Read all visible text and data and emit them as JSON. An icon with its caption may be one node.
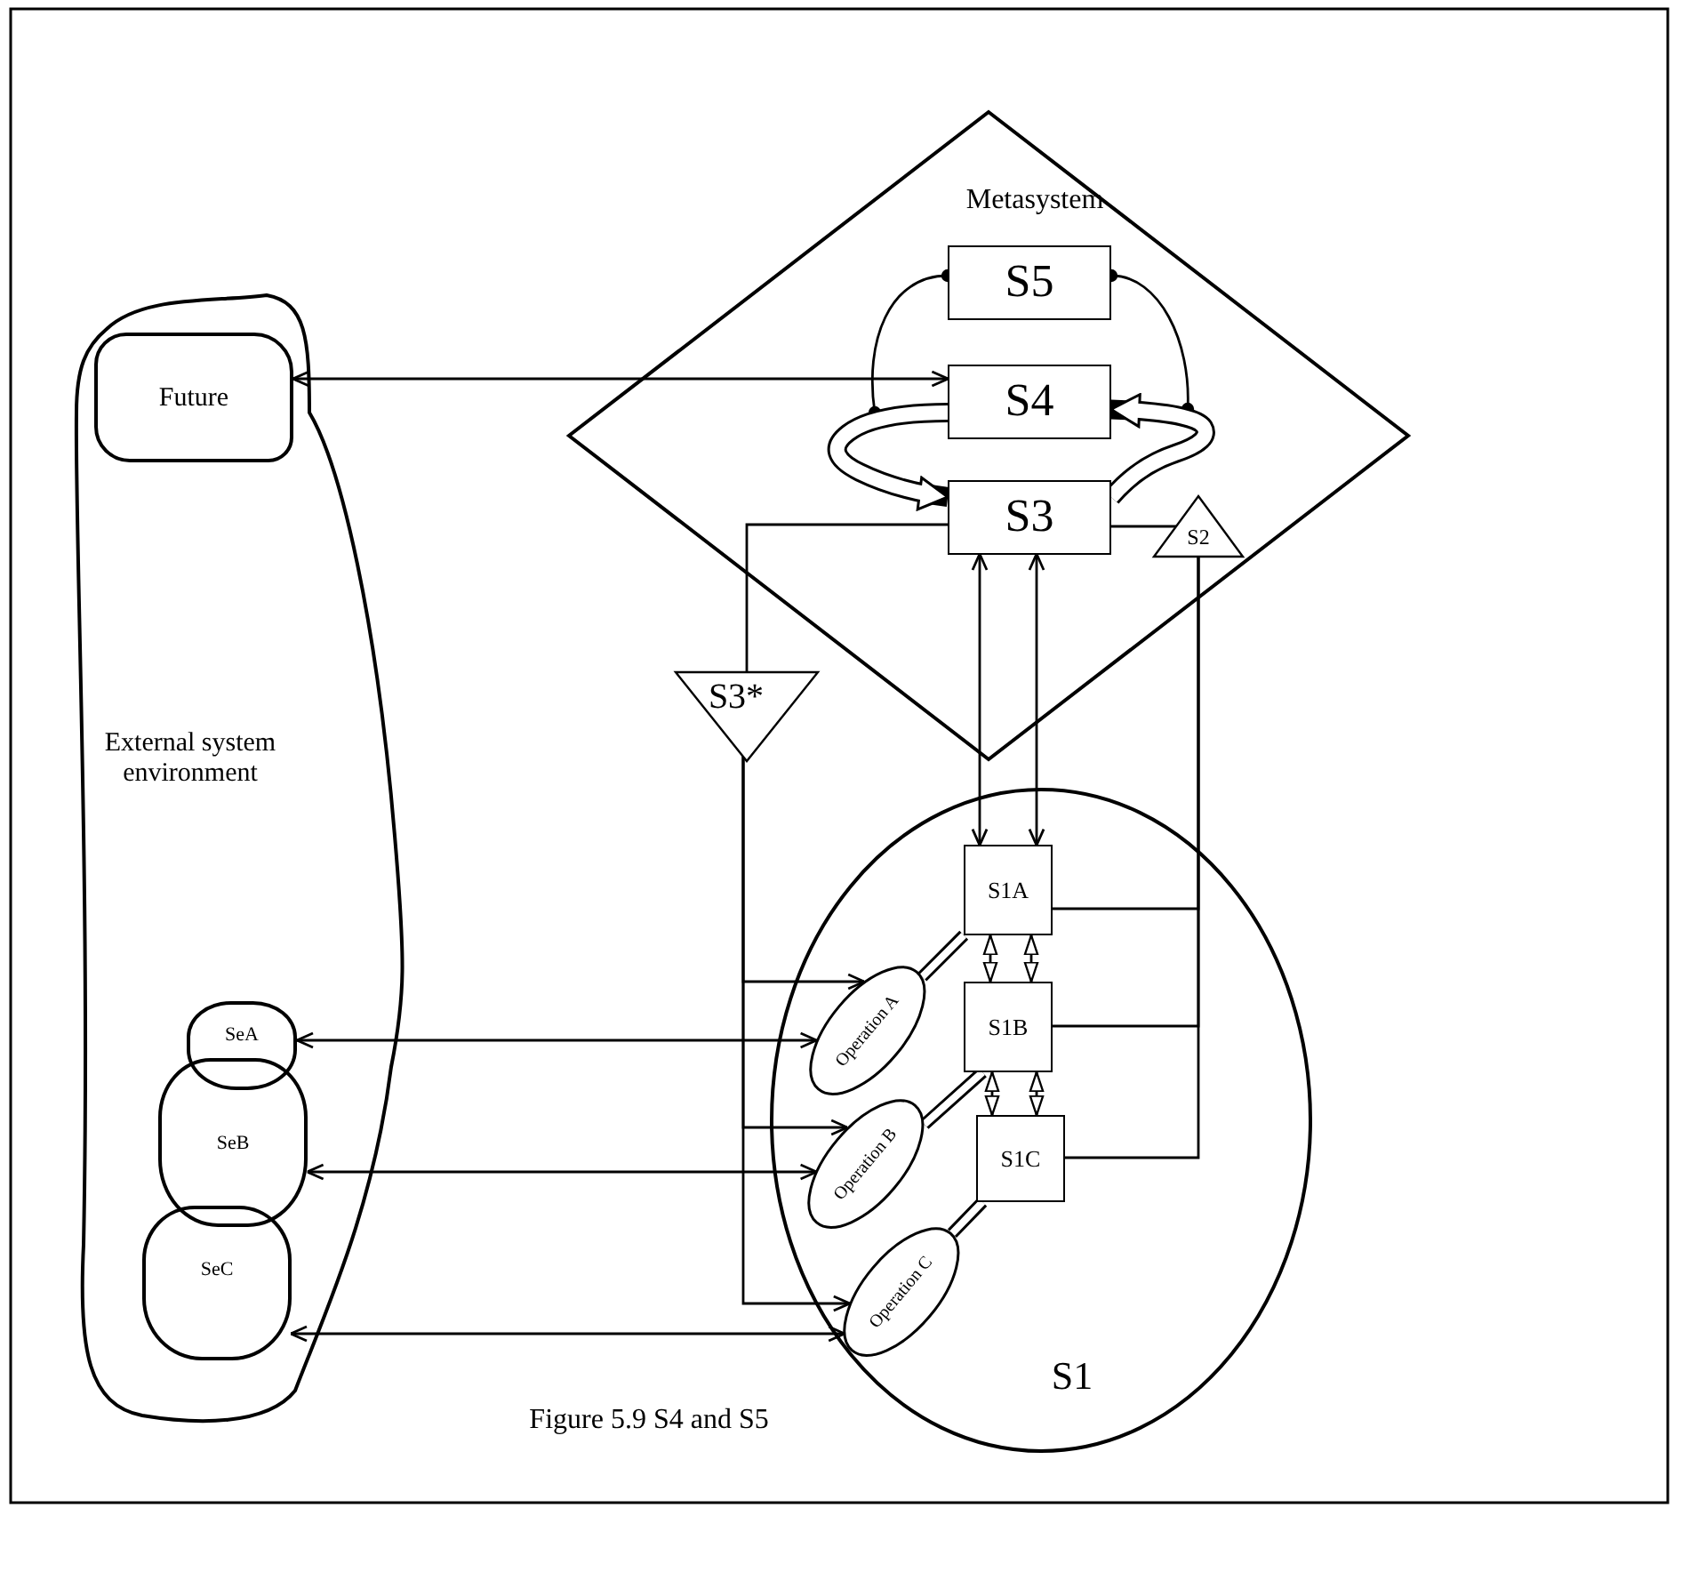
{
  "diagram": {
    "caption": "Figure 5.9 S4 and S5",
    "nodes": [
      {
        "text": [
          "Metasystem"
        ]
      },
      {
        "text": [
          "S5"
        ],
        "in": 0
      },
      {
        "text": [
          "S4"
        ],
        "in": 0
      },
      {
        "text": [
          "S3"
        ],
        "in": 0
      },
      {
        "text": [
          "S2"
        ],
        "in": 0
      },
      {
        "text": [
          "S3*"
        ]
      },
      {
        "text": [
          "External system environment"
        ]
      },
      {
        "text": [
          "Future"
        ],
        "in": 6
      },
      {
        "text": [
          "SeA"
        ],
        "in": 6
      },
      {
        "text": [
          "SeB"
        ],
        "in": 6
      },
      {
        "text": [
          "SeC"
        ],
        "in": 6
      },
      {
        "text": [
          "S1"
        ]
      },
      {
        "text": [
          "S1A"
        ],
        "in": 11
      },
      {
        "text": [
          "S1B"
        ],
        "in": 11
      },
      {
        "text": [
          "S1C"
        ],
        "in": 11
      },
      {
        "text": [
          "Operation A"
        ],
        "in": 11
      },
      {
        "text": [
          "Operation B"
        ],
        "in": 11
      },
      {
        "text": [
          "Operation C"
        ],
        "in": 11
      }
    ],
    "edges": [
      {
        "from": 7,
        "to": 2,
        "arrow": "both"
      },
      {
        "from": 1,
        "to": 2,
        "arrow": "other"
      },
      {
        "from": 1,
        "to": 2,
        "arrow": "other"
      },
      {
        "from": 2,
        "to": 3,
        "arrow": "to",
        "style": "thick"
      },
      {
        "from": 3,
        "to": 2,
        "arrow": "to",
        "style": "thick"
      },
      {
        "from": 3,
        "to": 12,
        "arrow": "both"
      },
      {
        "from": 3,
        "to": 12,
        "arrow": "both"
      },
      {
        "from": 3,
        "to": 5,
        "arrow": "none"
      },
      {
        "from": 5,
        "to": 15,
        "arrow": "to"
      },
      {
        "from": 5,
        "to": 16,
        "arrow": "to"
      },
      {
        "from": 5,
        "to": 17,
        "arrow": "to"
      },
      {
        "from": 3,
        "to": 4,
        "arrow": "none"
      },
      {
        "from": 4,
        "to": 12,
        "arrow": "none"
      },
      {
        "from": 4,
        "to": 13,
        "arrow": "none"
      },
      {
        "from": 4,
        "to": 14,
        "arrow": "none"
      },
      {
        "from": 12,
        "to": 13,
        "arrow": "both"
      },
      {
        "from": 12,
        "to": 13,
        "arrow": "both"
      },
      {
        "from": 13,
        "to": 14,
        "arrow": "both"
      },
      {
        "from": 13,
        "to": 14,
        "arrow": "both"
      },
      {
        "from": 12,
        "to": 15,
        "arrow": "none",
        "style": "thick"
      },
      {
        "from": 13,
        "to": 16,
        "arrow": "none",
        "style": "thick"
      },
      {
        "from": 14,
        "to": 17,
        "arrow": "none",
        "style": "thick"
      },
      {
        "from": 8,
        "to": 15,
        "arrow": "both"
      },
      {
        "from": 9,
        "to": 16,
        "arrow": "both"
      },
      {
        "from": 10,
        "to": 17,
        "arrow": "both"
      }
    ]
  }
}
